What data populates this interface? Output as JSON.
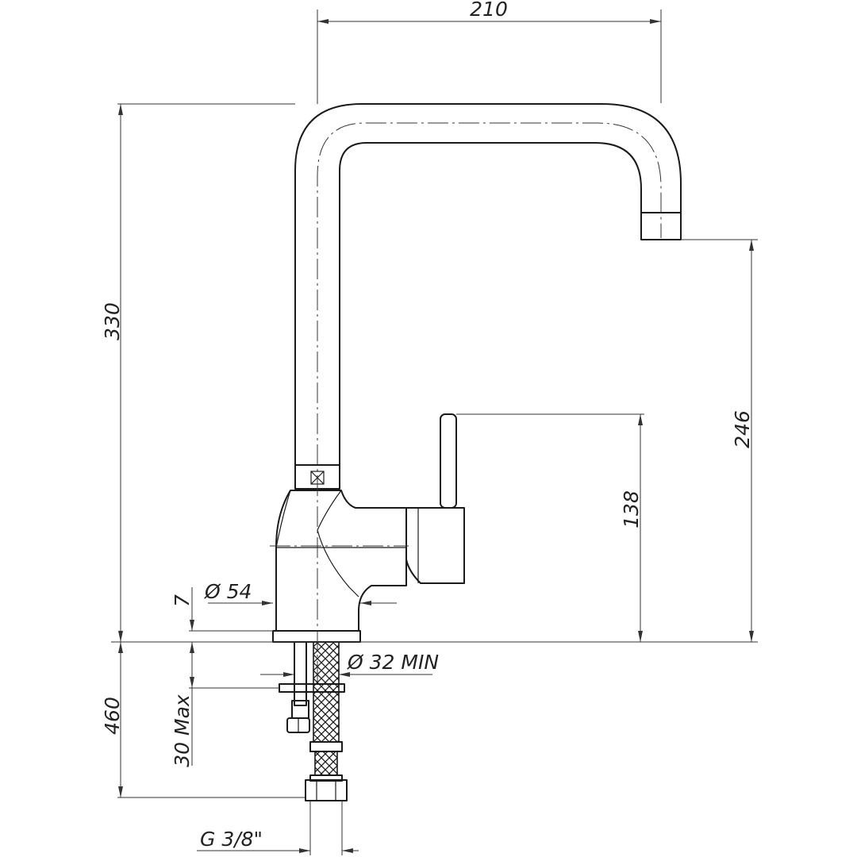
{
  "dimensions": {
    "spout_reach": "210",
    "total_height": "330",
    "spout_outlet_height": "246",
    "lever_height": "138",
    "base_diameter": "Ø 54",
    "base_thickness": "7",
    "hole_diameter": "Ø 32 MIN",
    "under_counter_length": "460",
    "max_counter_thickness": "30 Max",
    "thread_size": "G  3/8\""
  }
}
